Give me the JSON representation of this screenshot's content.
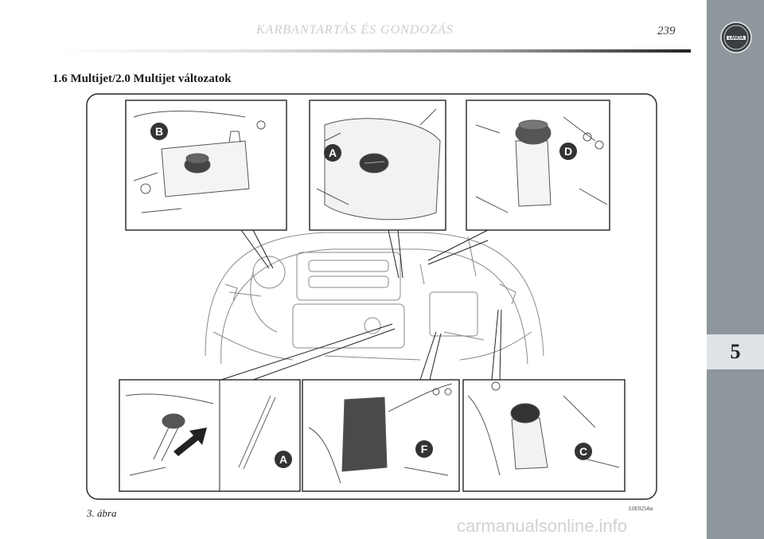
{
  "header": {
    "title": "KARBANTARTÁS ÉS GONDOZÁS",
    "page_number": "239"
  },
  "section_title": "1.6 Multijet/2.0 Multijet változatok",
  "sidebar": {
    "chapter_number": "5",
    "logo_icon": "lancia-logo-icon",
    "logo_text": "LANCIA"
  },
  "figure": {
    "callouts": {
      "top_left": "B",
      "top_center": "A",
      "top_right": "D",
      "bottom_left": "A",
      "bottom_center": "F",
      "bottom_right": "C"
    },
    "caption": "3. ábra",
    "code": "L0E0254m"
  },
  "watermark": "carmanualsonline.info",
  "colors": {
    "sidebar": "#8e979c",
    "chapter_tab": "#dfe3e5",
    "header_title": "#c9ccd0",
    "callout_badge": "#333333"
  }
}
